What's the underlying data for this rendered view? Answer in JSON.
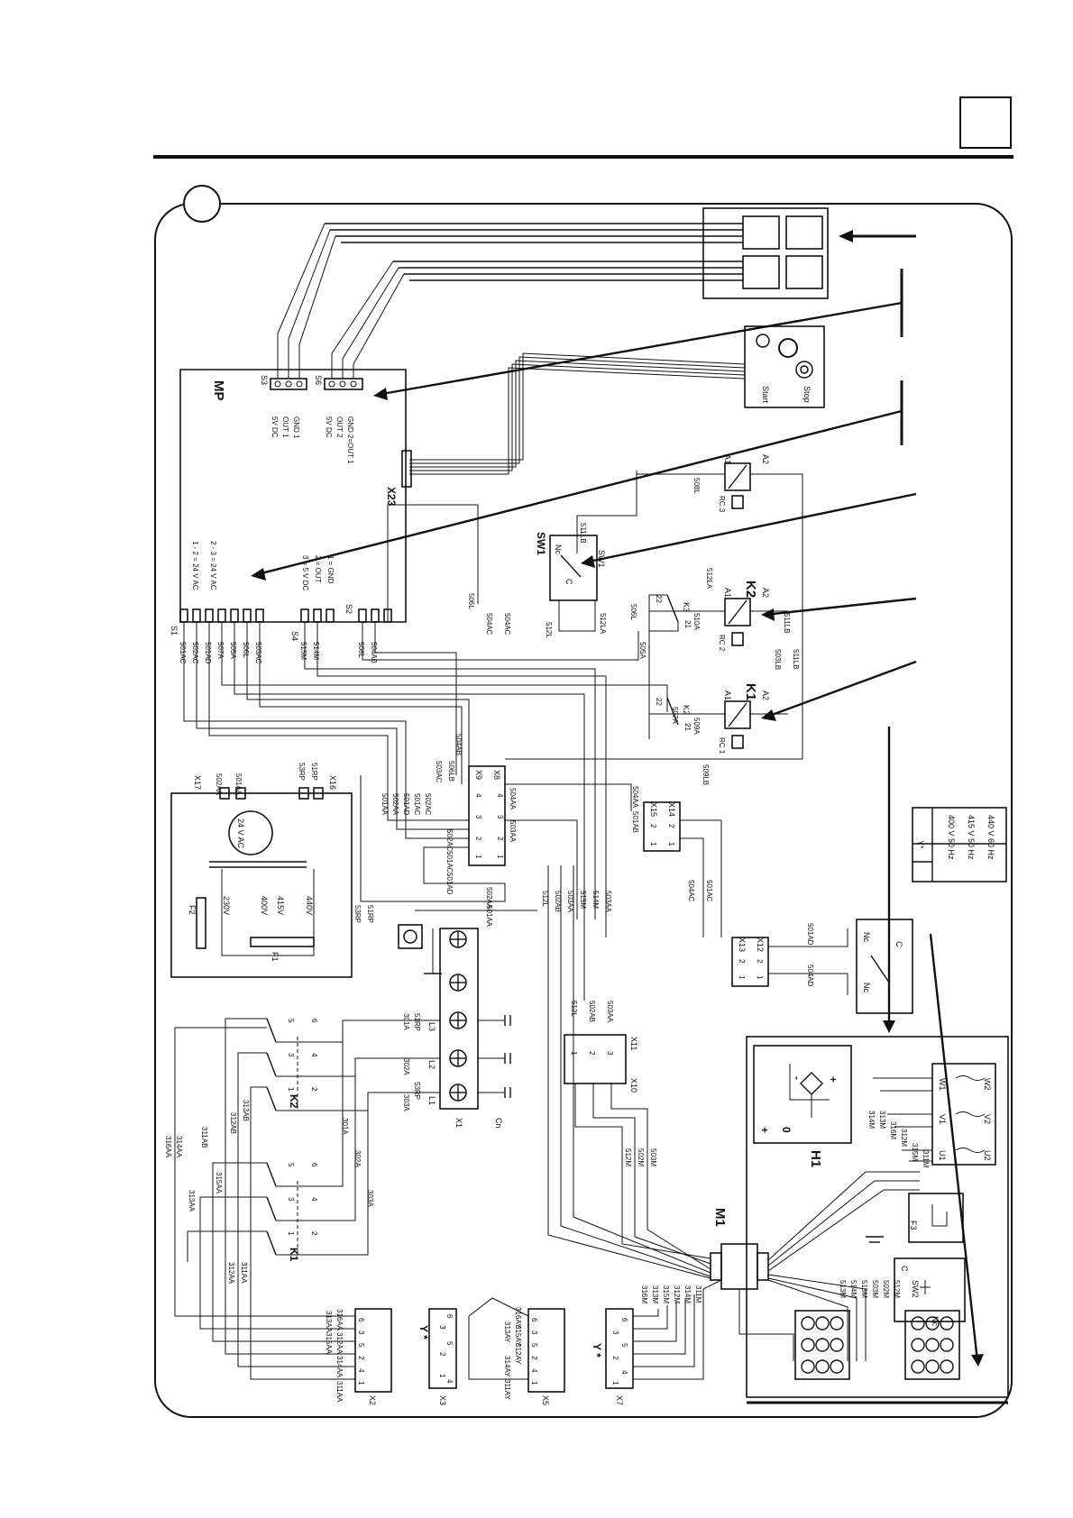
{
  "labels": {
    "mp": "MP",
    "x23": "X23",
    "s1": "S1",
    "s2": "S2",
    "s3": "S3",
    "s4": "S4",
    "s6": "S6",
    "sw1": "SW1",
    "sw1_inner": "SW1",
    "sw2": "SW2",
    "k1": "K1",
    "k2": "K2",
    "k1_contacts": "K1",
    "k2_contacts": "K2",
    "k2_aux": "K2",
    "k3_aux": "K3",
    "m1": "M1",
    "h1": "H1",
    "f1": "F1",
    "f2": "F2",
    "f3": "F3",
    "x1": "X1",
    "x2": "X2",
    "x3": "X3",
    "x5": "X5",
    "x7": "X7",
    "x8": "X8",
    "x9": "X9",
    "x10": "X10",
    "x11": "X11",
    "x12": "X12",
    "x13": "X13",
    "x14": "X14",
    "x15": "X15",
    "x16": "X16",
    "x17": "X17",
    "cn": "Cn",
    "l1": "L1",
    "l2": "L2",
    "l3": "L3",
    "rc1": "RC 1",
    "rc2": "RC 2",
    "rc3": "RC 3",
    "start": "Start",
    "stop": "Stop",
    "ystar_x3": "Y *",
    "ystar_x7": "Y *"
  },
  "mp_pins": {
    "s3_5v": "5V DC",
    "s3_out1": "OUT 1",
    "s3_gnd1": "GND 1",
    "s6_5v": "5V DC",
    "s6_out2": "OUT 2",
    "s6_gnd": "GND 2=OUT 1",
    "s1_a": "1 - 2 = 24 V AC",
    "s1_b": "2 - 3 = 24 V AC",
    "s4_a": "3 = 5 V DC",
    "s4_b": "2 = OUT",
    "s4_c": "1 = GND"
  },
  "transformer": {
    "secondary": "24 V AC",
    "tap_230": "230V",
    "tap_400": "400V",
    "tap_415": "415V",
    "tap_440": "440V"
  },
  "voltage_table": {
    "header": "Y*",
    "rows": [
      "400 V 50 Hz",
      "415 V 50 Hz",
      "440 V 60 Hz"
    ]
  },
  "wire_numbers": {
    "s1_wires": [
      "501AC",
      "502AC",
      "501AD",
      "507A",
      "505A",
      "506L",
      "503AC"
    ],
    "s4_wires": [
      "515M",
      "514M"
    ],
    "s2_wires": [
      "508L",
      "504AB"
    ],
    "mid": [
      "506L",
      "504AC",
      "504AC",
      "512L",
      "506L",
      "505A",
      "507A",
      "509A",
      "510A",
      "511LB",
      "512LA",
      "512LA",
      "511LB",
      "503LB",
      "509LB",
      "508L",
      "511LB"
    ],
    "x17": [
      "502AA",
      "501AA"
    ],
    "x16": [
      "53RP",
      "51RP"
    ],
    "x8_block": [
      "501AA",
      "502AA",
      "501AD",
      "501AC",
      "502AC",
      "503AC",
      "504AB",
      "506LB",
      "504AA",
      "503AA",
      "502AC",
      "501AC",
      "501AD",
      "502AA",
      "501AA"
    ],
    "x14": [
      "501AB",
      "504AA",
      "504AC",
      "501AC"
    ],
    "x12": [
      "501AD",
      "504AD"
    ],
    "wc": [
      "53RP",
      "51RP",
      "512L",
      "502AB",
      "503AA",
      "515M",
      "514M",
      "503AA"
    ],
    "x1_left": [
      "51RP",
      "301A",
      "302A",
      "53RP",
      "303A"
    ],
    "contactor": [
      "316AA",
      "314AA",
      "313AA",
      "311AB",
      "312AB",
      "313AB",
      "315AA",
      "312AA",
      "311AA",
      "301A",
      "302A",
      "303A"
    ],
    "x10": [
      "512L",
      "502AB",
      "503AA"
    ],
    "m1_bundle": [
      "512M",
      "502M",
      "503M"
    ],
    "x2": [
      "311AA",
      "314AA",
      "312AA",
      "315AA",
      "313AA",
      "316AA"
    ],
    "x5": [
      "311AY",
      "314AY",
      "312AY",
      "315AY",
      "313AY",
      "316AY"
    ],
    "x7": [
      "316M",
      "313M",
      "315M",
      "312M",
      "314M",
      "311M"
    ],
    "motor": [
      "314M",
      "313M",
      "316M",
      "312M",
      "315M",
      "311M"
    ],
    "terminals": [
      "513M",
      "514M",
      "515M",
      "503M",
      "502M",
      "512M"
    ]
  },
  "terminal_numbers": {
    "six": [
      "1",
      "4",
      "2",
      "5",
      "3",
      "6"
    ],
    "x3": [
      "4",
      "1",
      "2",
      "5",
      "3",
      "6"
    ],
    "contact_top": [
      "6",
      "4",
      "2"
    ],
    "contact_bot": [
      "5",
      "3",
      "1"
    ],
    "aux": [
      "22",
      "21"
    ],
    "coil": [
      "A1",
      "A2"
    ],
    "motor_windings": [
      "U1",
      "V1",
      "W1",
      "U2",
      "V2",
      "W2"
    ],
    "x11": [
      "1",
      "2",
      "3"
    ],
    "x15": [
      "1",
      "2"
    ],
    "x8": [
      "1",
      "2",
      "3",
      "4"
    ],
    "sw": [
      "Nc",
      "C"
    ],
    "h1": [
      "+",
      "0",
      "-",
      "+"
    ]
  },
  "corner_box": ""
}
